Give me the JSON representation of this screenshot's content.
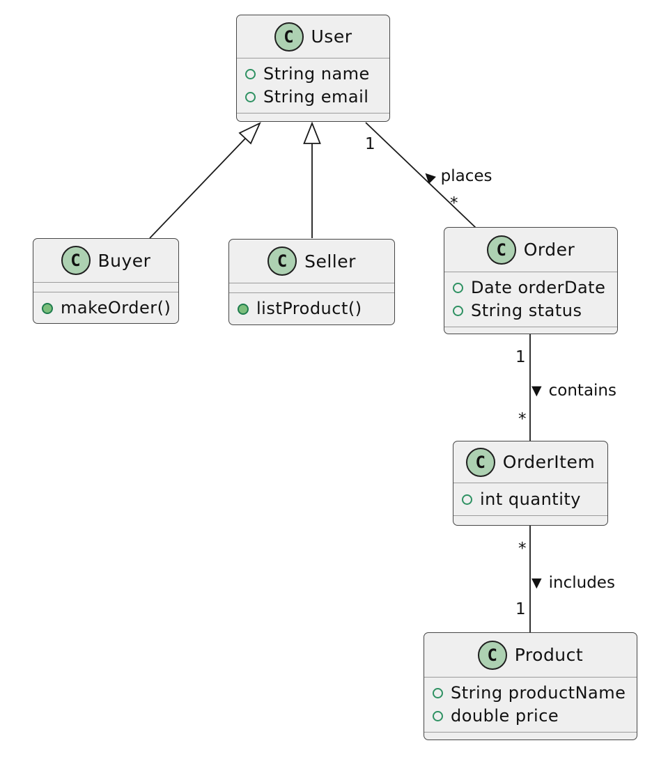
{
  "diagram": {
    "type": "uml-class-diagram",
    "classes": [
      {
        "id": "user",
        "stereotype": "C",
        "name": "User",
        "attributes": [
          "String name",
          "String email"
        ],
        "methods": []
      },
      {
        "id": "buyer",
        "stereotype": "C",
        "name": "Buyer",
        "attributes": [],
        "methods": [
          "makeOrder()"
        ]
      },
      {
        "id": "seller",
        "stereotype": "C",
        "name": "Seller",
        "attributes": [],
        "methods": [
          "listProduct()"
        ]
      },
      {
        "id": "order",
        "stereotype": "C",
        "name": "Order",
        "attributes": [
          "Date orderDate",
          "String status"
        ],
        "methods": []
      },
      {
        "id": "orderitem",
        "stereotype": "C",
        "name": "OrderItem",
        "attributes": [
          "int quantity"
        ],
        "methods": []
      },
      {
        "id": "product",
        "stereotype": "C",
        "name": "Product",
        "attributes": [
          "String productName",
          "double price"
        ],
        "methods": []
      }
    ],
    "edges": [
      {
        "type": "generalization",
        "from": "Buyer",
        "to": "User"
      },
      {
        "type": "generalization",
        "from": "Seller",
        "to": "User"
      },
      {
        "type": "association",
        "from": "User",
        "to": "Order",
        "label": "places",
        "arrow_glyph": "▲",
        "arrow_points_to": "User",
        "from_multiplicity": "1",
        "to_multiplicity": "*"
      },
      {
        "type": "association",
        "from": "Order",
        "to": "OrderItem",
        "label": "contains",
        "arrow_glyph": "▼",
        "arrow_points_to": "OrderItem",
        "from_multiplicity": "1",
        "to_multiplicity": "*"
      },
      {
        "type": "association",
        "from": "OrderItem",
        "to": "Product",
        "label": "includes",
        "arrow_glyph": "▼",
        "arrow_points_to": "Product",
        "from_multiplicity": "*",
        "to_multiplicity": "1"
      }
    ],
    "colors": {
      "class_fill": "#EFEFEF",
      "class_border": "#454545",
      "separator": "#9B9B9B",
      "stereotype_circle_fill": "#ADD1B2",
      "stereotype_circle_border": "#1F1F1F",
      "field_icon_border": "#2E9162",
      "method_icon_fill": "#7CBE7C",
      "method_icon_border": "#1E7C4D",
      "edge_line": "#1A1A1A",
      "text": "#111111"
    }
  }
}
